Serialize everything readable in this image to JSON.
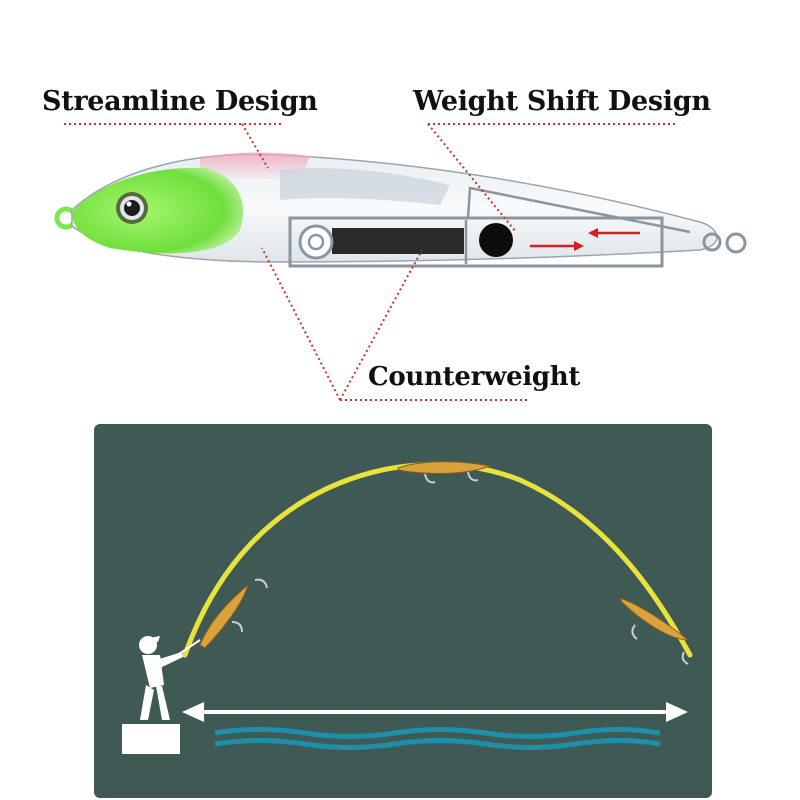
{
  "labels": {
    "streamline": "Streamline Design",
    "weight_shift": "Weight Shift Design",
    "counterweight": "Counterweight"
  },
  "colors": {
    "leader_line": "#c0392b",
    "cast_arc": "#e8e23a",
    "panel_bg": "#3f5a55",
    "water": "#1e8fa8",
    "lure_head": "#7ee84c"
  }
}
